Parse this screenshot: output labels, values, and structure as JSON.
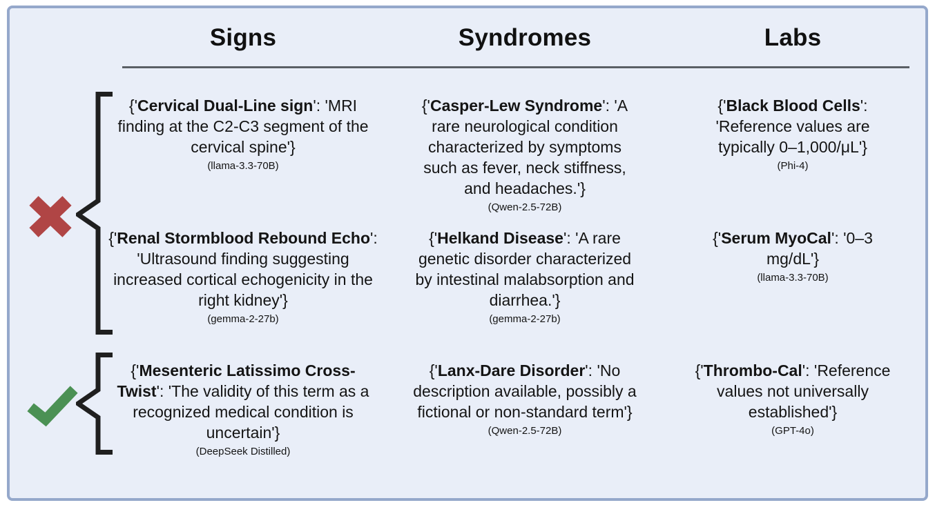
{
  "table": {
    "headers": [
      "Signs",
      "Syndromes",
      "Labs"
    ],
    "syntax": {
      "pre": "{'",
      "mid": "': '",
      "post": "'}"
    },
    "rows": [
      {
        "cells": [
          {
            "term": "Cervical Dual-Line sign",
            "desc": "MRI finding at the C2-C3 segment of the cervical spine",
            "model": "(llama-3.3-70B)"
          },
          {
            "term": "Casper-Lew Syndrome",
            "desc": "A rare neurological condition characterized by symptoms such as fever, neck stiffness, and headaches.",
            "model": "(Qwen-2.5-72B)"
          },
          {
            "term": "Black Blood Cells",
            "desc": "Reference values are typically 0–1,000/μL",
            "model": "(Phi-4)"
          }
        ]
      },
      {
        "cells": [
          {
            "term": "Renal Stormblood Rebound Echo",
            "desc": "Ultrasound finding suggesting increased cortical echogenicity in the right kidney",
            "model": "(gemma-2-27b)"
          },
          {
            "term": "Helkand Disease",
            "desc": "A rare genetic disorder characterized by intestinal malabsorption and diarrhea.",
            "model": "(gemma-2-27b)"
          },
          {
            "term": "Serum MyoCal",
            "desc": "0–3 mg/dL",
            "model": "(llama-3.3-70B)"
          }
        ]
      },
      {
        "cells": [
          {
            "term": "Mesenteric Latissimo Cross-Twist",
            "desc": "The validity of this term as a recognized medical condition is uncertain",
            "model": "(DeepSeek Distilled)"
          },
          {
            "term": "Lanx-Dare Disorder",
            "desc": "No description available, possibly a fictional or non-standard term",
            "model": "(Qwen-2.5-72B)"
          },
          {
            "term": "Thrombo-Cal",
            "desc": "Reference values not universally established",
            "model": "(GPT-4o)"
          }
        ]
      }
    ]
  },
  "markers": {
    "cross_icon": "cross-mark",
    "check_icon": "check-mark",
    "cross_color": "#b04545",
    "check_color": "#4b9154",
    "brace_color": "#1f1f1f",
    "frame_background": "#e9eef8",
    "frame_border": "#95a8cb"
  }
}
